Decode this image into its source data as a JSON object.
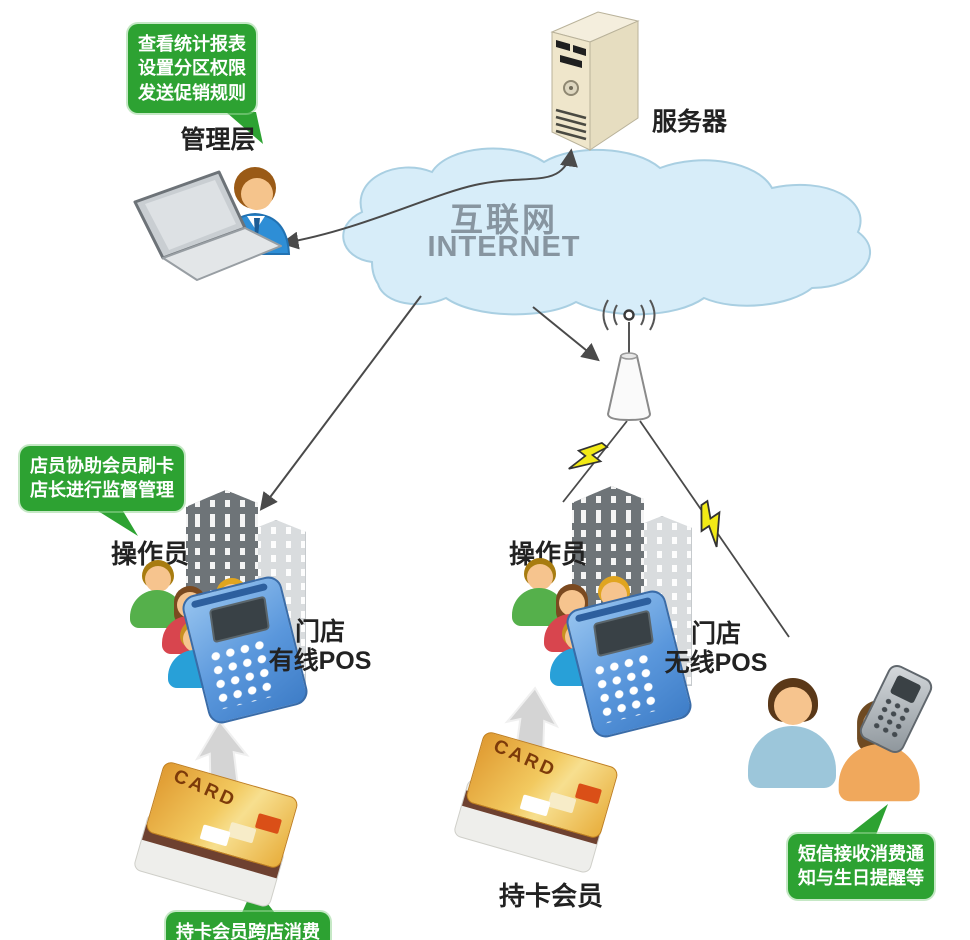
{
  "figure_title": "POS membership system network diagram",
  "cloud": {
    "name_cn": "互联网",
    "name_en": "INTERNET"
  },
  "nodes": {
    "manager": {
      "label": "管理层"
    },
    "server": {
      "label": "服务器"
    },
    "operator_left": {
      "label": "操作员"
    },
    "operator_center": {
      "label": "操作员"
    },
    "store_wired": {
      "line1": "门店",
      "line2": "有线POS"
    },
    "store_wireless": {
      "line1": "门店",
      "line2": "无线POS"
    },
    "cardholder": {
      "label": "持卡会员"
    },
    "card": {
      "text": "CARD"
    }
  },
  "callouts": {
    "admin": {
      "line1": "查看统计报表",
      "line2": "设置分区权限",
      "line3": "发送促销规则"
    },
    "store": {
      "line1": "店员协助会员刷卡",
      "line2": "店长进行监督管理"
    },
    "sms": {
      "line1": "短信接收消费通",
      "line2": "知与生日提醒等"
    },
    "cross_store": {
      "line1": "持卡会员跨店消费"
    }
  },
  "colors": {
    "callout_green": "#2da232",
    "cloud_fill": "#d7edf9",
    "cloud_stroke": "#a9cfe2",
    "cloud_text": "#8795a0",
    "arrow_gray": "#4a4a4a",
    "bolt_yellow": "#f2ea16",
    "pos_blue": "#5a97dc",
    "card_gold": "#f2c95f",
    "server_beige": "#efe6cb"
  },
  "icons": {
    "server": "server-tower-icon",
    "cloud": "internet-cloud-icon",
    "antenna": "wireless-antenna-icon",
    "laptop_user": "manager-laptop-icon",
    "people_group": "operators-group-icon",
    "building": "store-building-icon",
    "pos_terminal": "pos-terminal-icon",
    "member_cards": "membership-cards-icon",
    "couple": "cardholder-couple-icon",
    "phone": "mobile-phone-icon",
    "lightning": "lightning-bolt-icon",
    "up_arrow": "upload-arrow-icon"
  }
}
